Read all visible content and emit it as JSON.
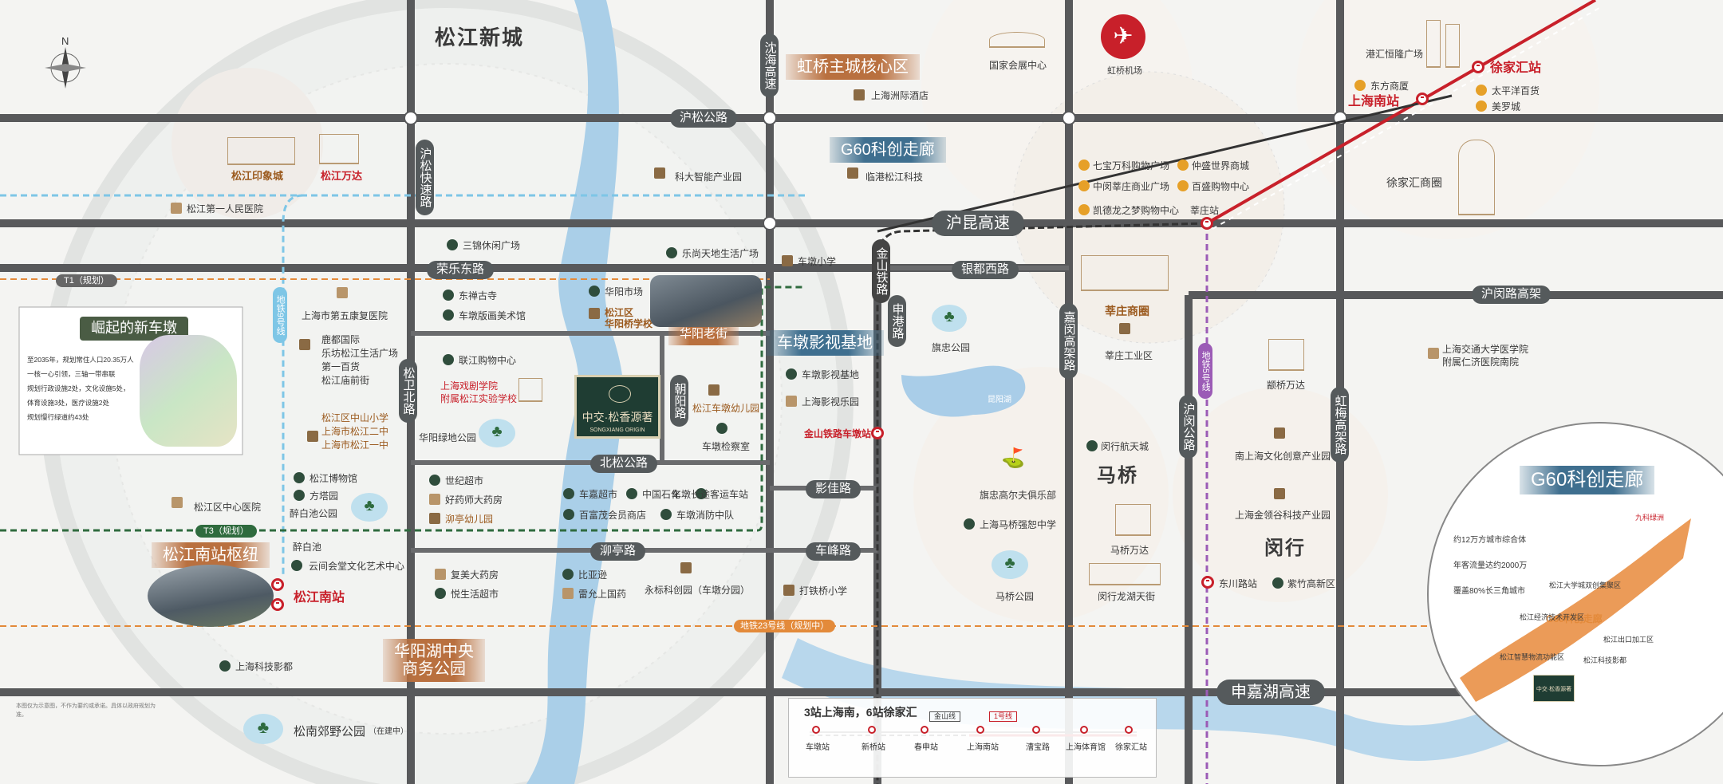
{
  "districts": {
    "songjiang_new_city": "松江新城",
    "maqiao": "马桥",
    "minhang": "闵行"
  },
  "banners": {
    "hongqiao_core": "虹桥主城核心区",
    "g60_corridor": "G60科创走廊",
    "chedun_film_base": "车墩影视基地",
    "huayang_old_street": "华阳老街",
    "songjiang_south_hub": "松江南站枢纽",
    "huayang_lake_cbd_line1": "华阳湖中央",
    "huayang_lake_cbd_line2": "商务公园",
    "g60_inset_title": "G60科创走廊",
    "new_chedun_title": "崛起的新车墩"
  },
  "roads": {
    "husong_road": "沪松公路",
    "husong_expressway": "沪松快速路",
    "shenhai_expressway": "沈海高速",
    "hukun_expressway": "沪昆高速",
    "rongle_east_road": "荣乐东路",
    "yindu_west_road": "银都西路",
    "songwei_north_road": "松卫北路",
    "chaoyang_road": "朝阳路",
    "beisong_road": "北松公路",
    "yingjia_road": "影佳路",
    "chefeng_road": "车峰路",
    "ting_road": "泖亭路",
    "jinshan_railway": "金山铁路",
    "shengang_road": "申港路",
    "jiamin_elevated": "嘉闵高架路",
    "humin_road": "沪闵公路",
    "humin_elevated": "沪闵路高架",
    "hongmei_elevated": "虹梅高架路",
    "shenjiahu_expressway": "申嘉湖高速",
    "metro_9": "地铁9号线",
    "metro_5": "地铁5号线",
    "metro_23": "地铁23号线（规划中）",
    "tram_t1": "T1（规划）",
    "tram_t3": "T3（规划）"
  },
  "places": {
    "convention_center": "国家会展中心",
    "hongqiao_airport": "虹桥机场",
    "ganghui_plaza": "港汇恒隆广场",
    "xujiahui_station": "徐家汇站",
    "shanghai_south_station": "上海南站",
    "dongfang_store": "东方商厦",
    "taipingyang": "太平洋百货",
    "meiluo": "美罗城",
    "xujiahui_cathedral": "徐家汇商圈",
    "shanghai_zhouji_hotel": "上海洲际酒店",
    "lingang_songjiang": "临港松江科技",
    "keda_park": "科大智能产业园",
    "songjiang_impression": "松江印象城",
    "songjiang_wanda": "松江万达",
    "songjiang_first_hospital": "松江第一人民医院",
    "sanxiang_plaza": "三锦休闲广场",
    "leshang_plaza": "乐尚天地生活广场",
    "chedun_primary": "车墩小学",
    "dongchan_temple": "东禅古寺",
    "chedun_museum": "车墩版画美术馆",
    "huayang_market": "华阳市场",
    "huayang_school_line1": "松江区",
    "huayang_school_line2": "华阳桥学校",
    "hospital_5th": "上海市第五康复医院",
    "lujiazui_line1": "鹿都国际",
    "lujiazui_line2": "乐坊松江生活广场",
    "lujiazui_line3": "第一百货",
    "lujiazui_line4": "松江庙前街",
    "lianjiang_mall": "联江购物中心",
    "drama_school_line1": "上海戏剧学院",
    "drama_school_line2": "附属松江实验学校",
    "schools_line1": "松江区中山小学",
    "schools_line2": "上海市松江二中",
    "schools_line3": "上海市松江一中",
    "chedun_kindergarten": "松江车墩幼儿园",
    "chedun_procuratorate": "车墩检察室",
    "huayang_green_park": "华阳绿地公园",
    "songjiang_museum": "松江博物馆",
    "fangta_park": "方塔园",
    "zuibai_park": "醉白池公园",
    "zuibai_station": "醉白池",
    "songjiang_central_hospital": "松江区中心医院",
    "yunjian_center": "云间会堂文化艺术中心",
    "songjiang_south_station": "松江南站",
    "shanghai_science_film": "上海科技影都",
    "shijia_supermarket": "世纪超市",
    "haoyaoshi": "好药师大药房",
    "ting_kindergarten": "泖亭幼儿园",
    "chejia_supermarket": "车嘉超市",
    "zhongguo_shihua": "中国石化",
    "chedun_bus": "车墩长途客运车站",
    "baifumao": "百富茂会员商店",
    "chedun_fire": "车墩消防中队",
    "fukang_pharmacy": "复美大药房",
    "yuesheng_supermarket": "悦生活超市",
    "biyaxun": "比亚逊",
    "leiyun_pharmacy": "雷允上国药",
    "yongbiao_park": "永标科创园（车墩分园）",
    "daqiao_primary": "打铁桥小学",
    "songnan_park": "松南郊野公园",
    "under_construction": "（在建中）",
    "chedun_film_city": "车墩影视基地",
    "shanghai_film_park": "上海影视乐园",
    "jinshan_chedun_station": "金山铁路车墩站",
    "qizhong_park": "旗忠公园",
    "kunyang_lake": "昆阳湖",
    "qizhong_golf": "旗忠高尔夫俱乐部",
    "maqiao_middle": "上海马桥强恕中学",
    "maqiao_park": "马桥公园",
    "minhang_hangtian": "闵行航天城",
    "maqiao_wanda": "马桥万达",
    "minhang_longhu": "闵行龙湖天街",
    "qibao_wanke": "七宝万科购物广场",
    "zhongguo_xinzhuang": "中闵莘庄商业广场",
    "kaide": "凯德龙之梦购物中心",
    "zhongxing": "仲盛世界商城",
    "baisheng": "百盛购物中心",
    "xinzhuang_station": "莘庄站",
    "xinzhuang_cbd": "莘庄商圈",
    "xinzhuang_industrial": "莘庄工业区",
    "yinqiao_wanda": "颛桥万达",
    "jiaotong_hospital_line1": "上海交通大学医学院",
    "jiaotong_hospital_line2": "附属仁济医院南院",
    "nanshanghai_park": "南上海文化创意产业园",
    "shanghai_jinling_park": "上海金领谷科技产业园",
    "dongchuan_station": "东川路站",
    "zizhu_park": "紫竹高新区"
  },
  "project": {
    "name": "中交·松香源著",
    "name_en": "SONGXIANG ORIGIN"
  },
  "new_chedun_notes": [
    "至2035年，规划常住人口20.35万人",
    "一核一心引领，三轴一带串联",
    "规划行政设施2处，文化设施5处，",
    "体育设施3处，医疗设施2处",
    "规划慢行绿道约43处"
  ],
  "inset": {
    "notes": [
      "约12万方城市综合体",
      "年客流量达约2000万",
      "覆盖80%长三角城市"
    ],
    "corridor_label": "G60科创走廊",
    "nodes": [
      "九科绿洲",
      "松江大学城双创集聚区",
      "松江科技影都",
      "松江智慧物流功能区",
      "松江经济技术开发区",
      "松江出口加工区"
    ]
  },
  "subway_strip": {
    "title": "3站上海南，6站徐家汇",
    "line_tag_1": "金山线",
    "line_tag_2": "1号线",
    "stations": [
      "车墩站",
      "新桥站",
      "春申站",
      "上海南站",
      "漕宝路",
      "上海体育馆",
      "徐家汇站"
    ]
  },
  "compass": "N",
  "footnote": "本图仅为示意图，不作为要约或承诺。具体以政府规划为准。",
  "colors": {
    "road": "#58595b",
    "metro_red": "#c8202a",
    "metro_blue": "#7ec6e6",
    "metro_purple": "#9b5bb6",
    "metro_orange": "#e38a3a",
    "tram_green": "#2f6b3e",
    "river": "#9ec6e4",
    "brown_label": "#9b5a1e"
  }
}
